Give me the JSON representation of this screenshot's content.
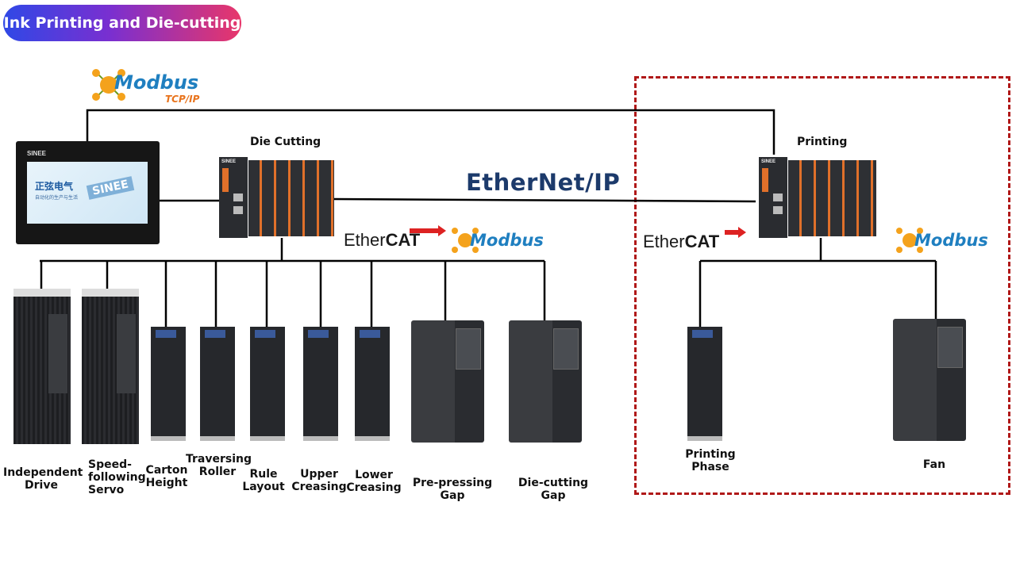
{
  "header": {
    "title": "Ink Printing and Die-cutting"
  },
  "protocols": {
    "modbus_tcp": {
      "word": "Modbus",
      "sub": "TCP/IP"
    },
    "modbus_word": "Modbus",
    "ethernet_ip_prefix": "EtherN",
    "ethernet_ip_suffix": "et/IP",
    "ethercat_prefix": "Ether",
    "ethercat_suffix": "CAT"
  },
  "hmi": {
    "brand": "SINEE",
    "screen_title": "正弦电气",
    "screen_subtitle": "自动化的生产与生活",
    "screen_logo": "SINEE"
  },
  "controllers": {
    "die_cutting": "Die Cutting",
    "printing": "Printing",
    "brand": "SINEE"
  },
  "devices": {
    "independent_drive": [
      "Independent",
      "Drive"
    ],
    "speed_following_servo": [
      "Speed-",
      "following",
      "Servo"
    ],
    "carton_height": [
      "Carton",
      "Height"
    ],
    "traversing_roller": [
      "Traversing",
      "Roller"
    ],
    "rule_layout": [
      "Rule",
      "Layout"
    ],
    "upper_creasing": [
      "Upper",
      "Creasing"
    ],
    "lower_creasing": [
      "Lower",
      "Creasing"
    ],
    "pre_pressing_gap": "Pre-pressing Gap",
    "die_cutting_gap": "Die-cutting Gap",
    "printing_phase": "Printing Phase",
    "fan": "Fan"
  },
  "colors": {
    "frame": "#b01818",
    "modbus_blue": "#1f7fc0",
    "tcp_orange": "#e8731c",
    "eip_navy": "#1c3a6b",
    "device_dark": "#2a2c30",
    "terminal_orange": "#e0702a"
  }
}
